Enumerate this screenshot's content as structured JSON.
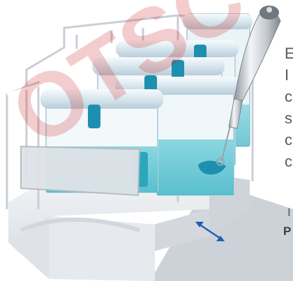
{
  "watermark": {
    "text": "OTSC"
  },
  "side_text": {
    "lines": [
      "E",
      "I",
      "c",
      "s",
      "c",
      "c"
    ],
    "footer_line_1": "I",
    "footer_line_2": "P"
  },
  "colors": {
    "liquid": "#5ec6d3",
    "liquid_dark": "#2aa7bd",
    "tab": "#1d8fb0",
    "tray": "#ebeef1",
    "shadow": "#c4c9d1",
    "rack": "#c9ced6",
    "watermark": "#cc1f1f"
  },
  "icons": {
    "arrow": "double-arrow-icon",
    "tool": "pipette-tool"
  }
}
